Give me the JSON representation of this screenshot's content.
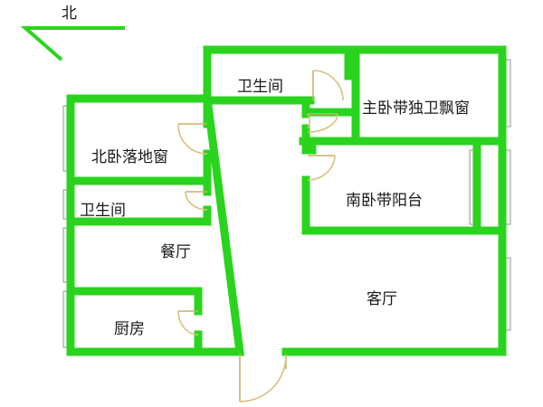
{
  "compass": {
    "label": "北"
  },
  "rooms": {
    "bathroom_top": "卫生间",
    "master_bedroom": "主卧带独卫飘窗",
    "north_bedroom": "北卧落地窗",
    "south_bedroom": "南卧带阳台",
    "bathroom_left": "卫生间",
    "dining_room": "餐厅",
    "living_room": "客厅",
    "kitchen": "厨房"
  },
  "colors": {
    "wall": "#2ad41e",
    "door": "#d7c27e",
    "window": "#9a9a9a"
  }
}
